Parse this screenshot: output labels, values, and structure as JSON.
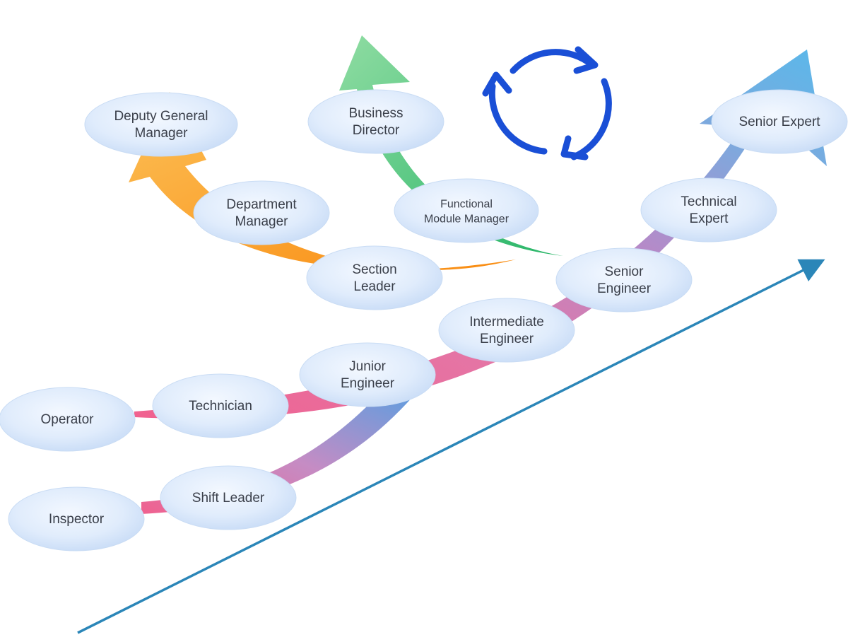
{
  "colors": {
    "orange": "#f7a42a",
    "green": "#4cc87b",
    "blue": "#5aaee6",
    "pink": "#f0618f",
    "purple": "#b58ac8",
    "node_fill": "#dbe8fb",
    "cycle_icon": "#1a4fd6",
    "trend_arrow": "#2b86b8"
  },
  "icons": {
    "cycle": "refresh-cycle-icon",
    "trend": "upward-trend-arrow"
  },
  "nodes": {
    "deputy_general_manager": [
      "Deputy General",
      "Manager"
    ],
    "department_manager": [
      "Department",
      "Manager"
    ],
    "section_leader": [
      "Section",
      "Leader"
    ],
    "business_director": [
      "Business",
      "Director"
    ],
    "functional_module_manager": [
      "Functional",
      "Module Manager"
    ],
    "senior_expert": [
      "Senior Expert"
    ],
    "technical_expert": [
      "Technical",
      "Expert"
    ],
    "senior_engineer": [
      "Senior",
      "Engineer"
    ],
    "intermediate_engineer": [
      "Intermediate",
      "Engineer"
    ],
    "junior_engineer": [
      "Junior",
      "Engineer"
    ],
    "technician": [
      "Technician"
    ],
    "operator": [
      "Operator"
    ],
    "shift_leader": [
      "Shift Leader"
    ],
    "inspector": [
      "Inspector"
    ]
  }
}
